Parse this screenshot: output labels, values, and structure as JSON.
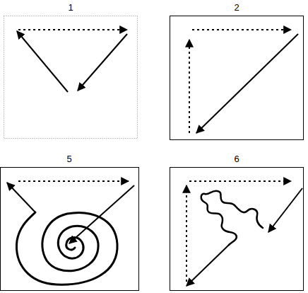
{
  "diagram": {
    "labels": [
      "1",
      "2",
      "5",
      "6"
    ]
  }
}
